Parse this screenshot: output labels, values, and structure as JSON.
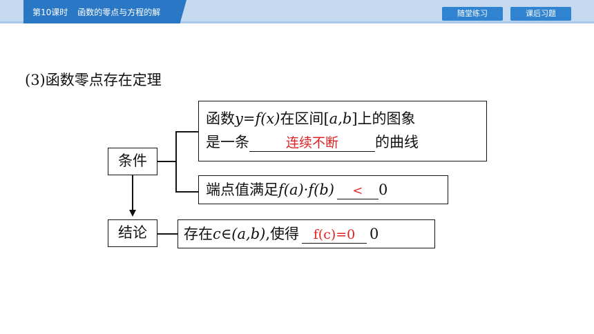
{
  "header": {
    "lesson_number": "第10课时",
    "lesson_title": "函数的零点与方程的解",
    "buttons": [
      "随堂练习",
      "课后习题"
    ]
  },
  "content": {
    "heading": "(3)函数零点存在定理",
    "condition_label": "条件",
    "conclusion_label": "结论",
    "condition_box1": {
      "line1_pre": "函数",
      "line1_math": "y=f(x)",
      "line1_mid": "在区间[",
      "line1_interval": "a,b",
      "line1_post": "]上的图象",
      "line2_pre": "是一条",
      "line2_answer": "连续不断",
      "line2_post": "的曲线"
    },
    "condition_box2": {
      "pre": "端点值满足",
      "math": "f(a)·f(b)",
      "answer": "<",
      "post": "0"
    },
    "conclusion_box": {
      "pre": "存在",
      "math": "c∈(a,b)",
      "mid": ",使得",
      "answer": "f(c)=0",
      "post": "0"
    }
  },
  "colors": {
    "header_bg": "#c5daf0",
    "lesson_tab": "#2a78c5",
    "nav_button": "#2f83d0",
    "answer_red": "#e02020"
  }
}
